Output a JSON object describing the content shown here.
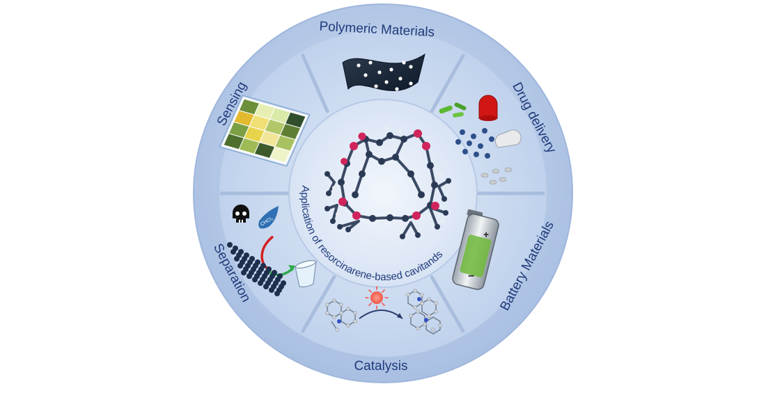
{
  "center_title": "Application of resorcinarene-based cavitands",
  "segments": [
    {
      "label": "Polymeric Materials",
      "icon": "perforated-membrane-icon"
    },
    {
      "label": "Drug delivery",
      "icon": "capsules-and-pills-icon"
    },
    {
      "label": "Battery Materials",
      "icon": "battery-icon"
    },
    {
      "label": "Catalysis",
      "icon": "photocatalysis-reaction-icon"
    },
    {
      "label": "Separation",
      "icon": "adsorption-separation-icon"
    },
    {
      "label": "Sensing",
      "icon": "sensor-array-icon"
    }
  ],
  "molecule_label": "CHCl₃",
  "colors": {
    "outer_ring": "#b8cbe8",
    "middle_ring": "#c9d8ee",
    "inner_disc": "#e6eef8",
    "label_text": "#1f3a7a",
    "oxygen": "#d0255c",
    "carbon": "#2a3a55"
  }
}
